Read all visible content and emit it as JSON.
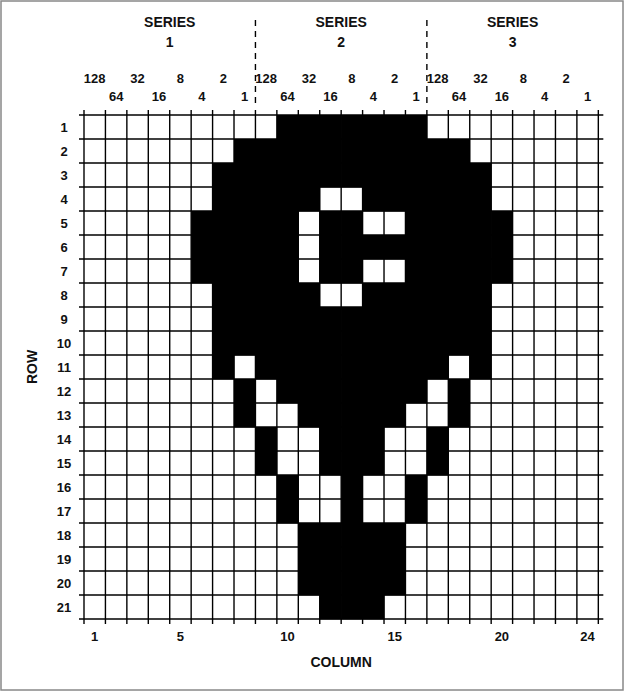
{
  "diagram": {
    "labels": [
      "SERIES",
      "1",
      "SERIES",
      "2",
      "SERIES",
      "3",
      "128",
      "64",
      "32",
      "16",
      "8",
      "4",
      "2",
      "1",
      "128",
      "64",
      "32",
      "16",
      "8",
      "4",
      "2",
      "1",
      "128",
      "64",
      "32",
      "16",
      "8",
      "4",
      "2",
      "1",
      "1",
      "2",
      "3",
      "4",
      "5",
      "6",
      "7",
      "8",
      "9",
      "10",
      "11",
      "12",
      "13",
      "14",
      "15",
      "16",
      "17",
      "18",
      "19",
      "20",
      "21",
      "ROW",
      "1",
      "5",
      "10",
      "15",
      "20",
      "24",
      "COLUMN"
    ]
  }
}
